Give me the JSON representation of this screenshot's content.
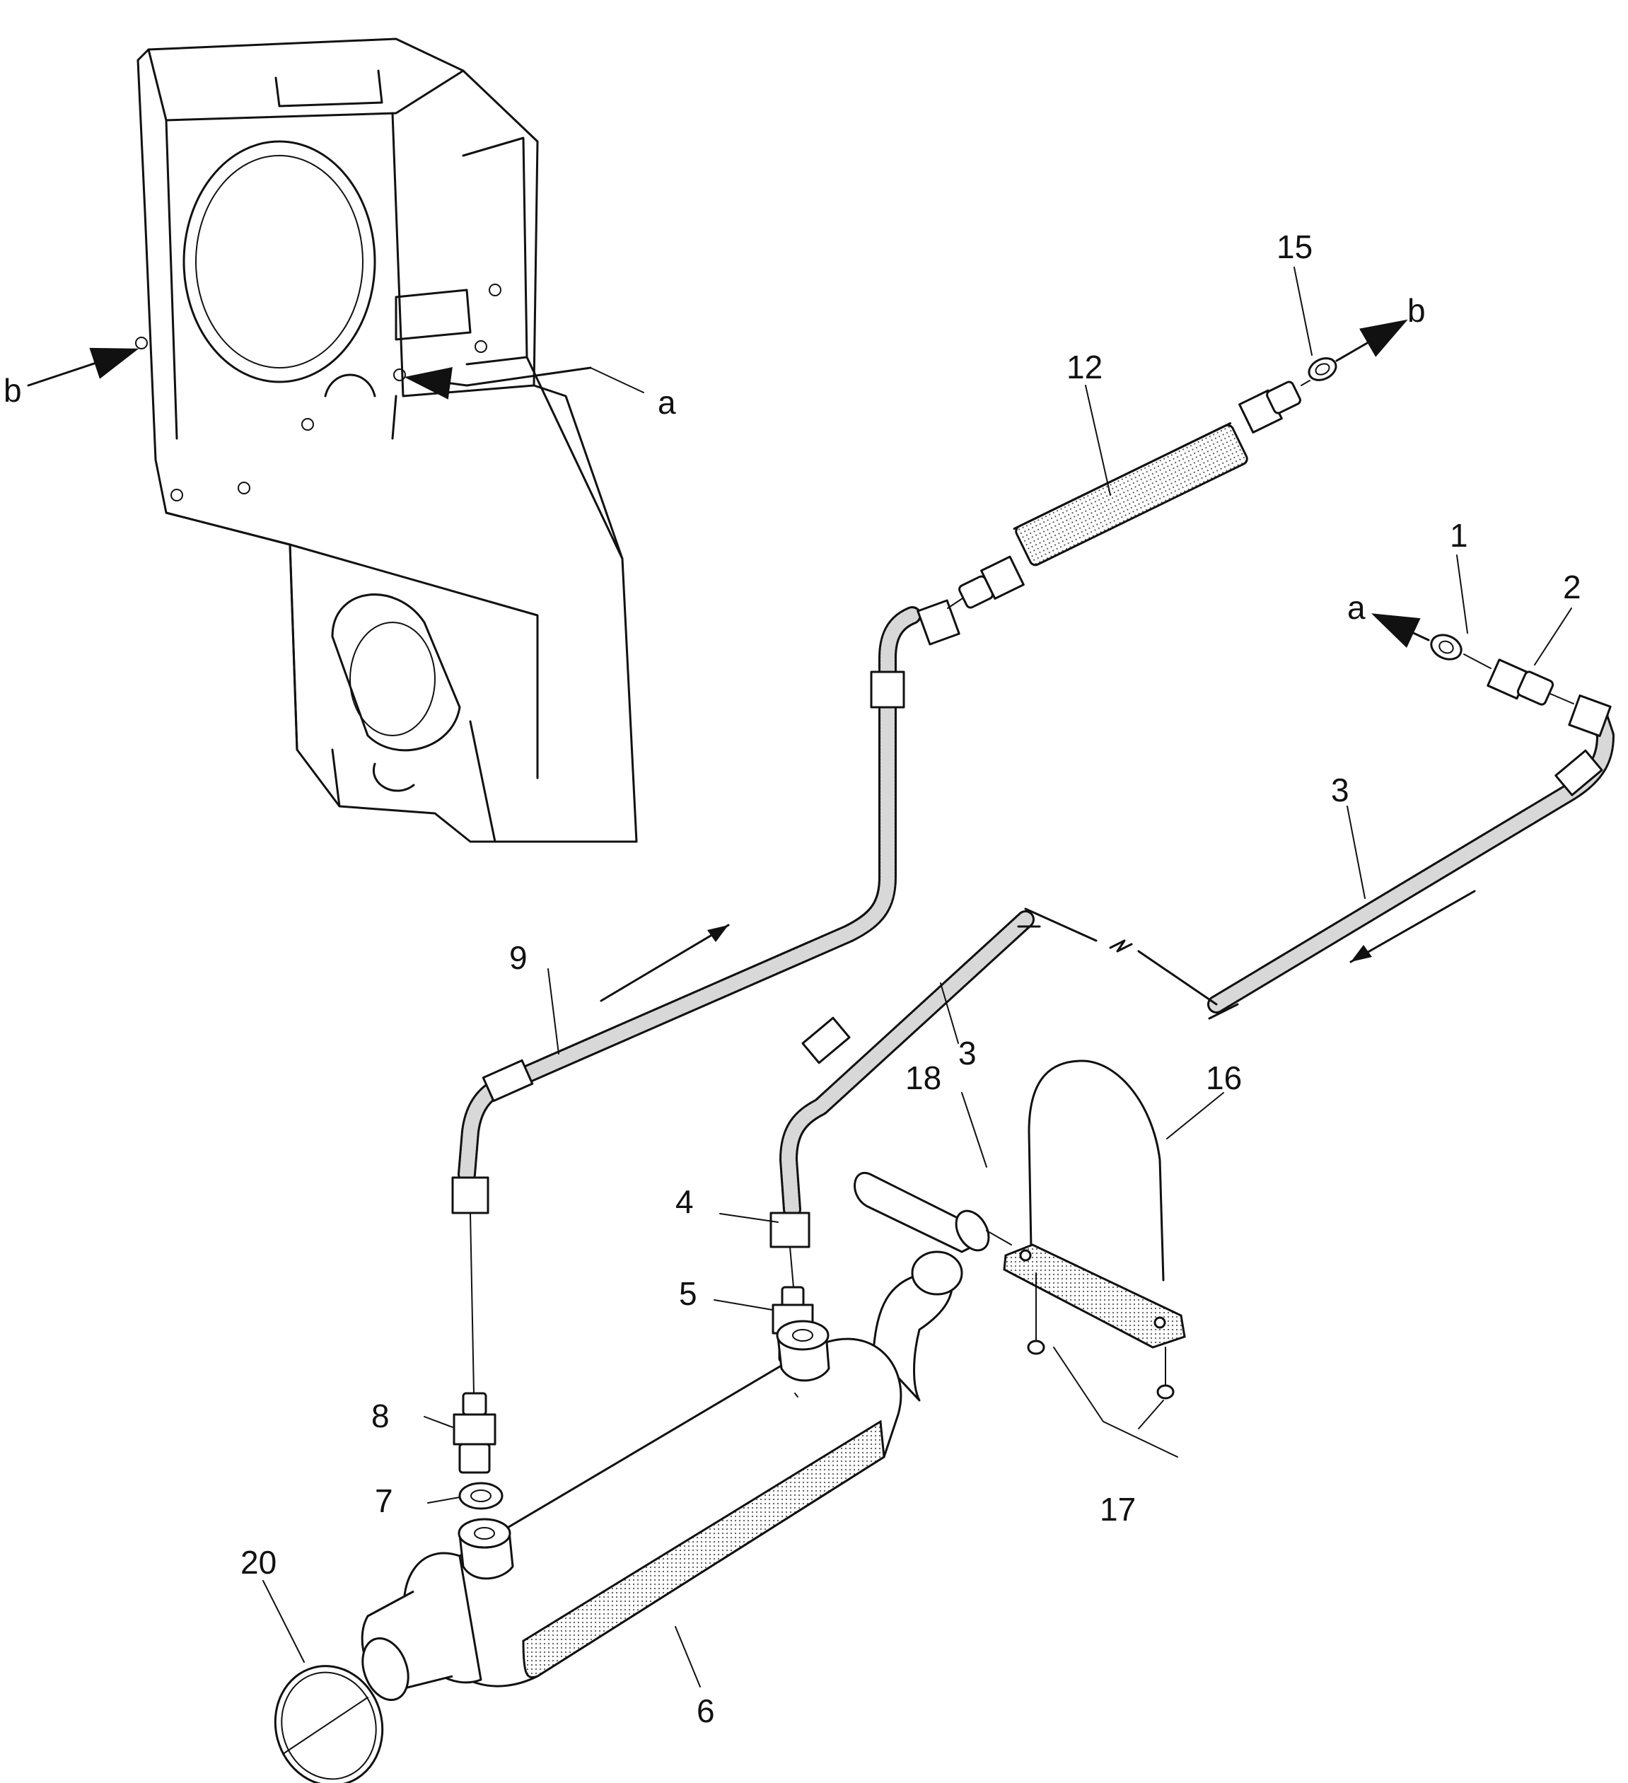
{
  "labels": {
    "n1": "1",
    "n2": "2",
    "n3a": "3",
    "n3b": "3",
    "n4": "4",
    "n5": "5",
    "n6": "6",
    "n7": "7",
    "n8": "8",
    "n9": "9",
    "n12": "12",
    "n15": "15",
    "n16": "16",
    "n17": "17",
    "n18": "18",
    "n20": "20",
    "a_left": "a",
    "a_right": "a",
    "b_left": "b",
    "b_right": "b"
  },
  "colors": {
    "ink": "#111111",
    "paper": "#ffffff",
    "shading": "#bdbdbd"
  }
}
